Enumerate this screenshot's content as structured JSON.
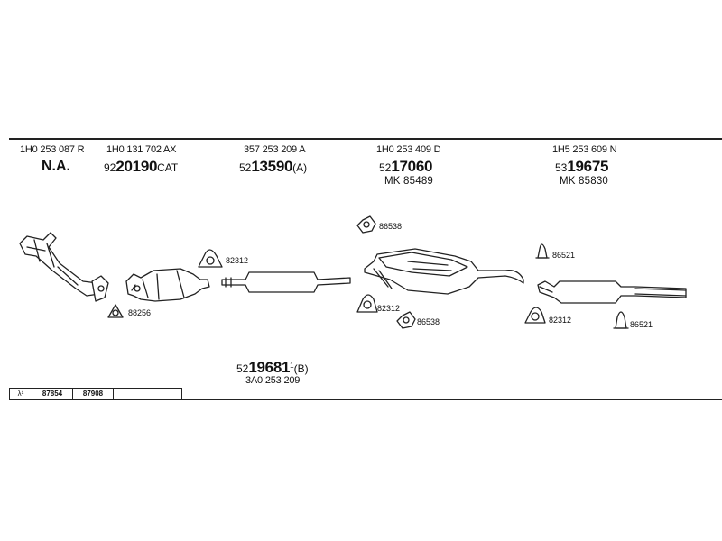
{
  "columns": [
    {
      "part_number": "1H0 253 087 R",
      "label": "N.A."
    },
    {
      "part_number": "1H0 131 702 AX",
      "ref_prefix": "92",
      "ref_main": "20190",
      "ref_suffix": "CAT"
    },
    {
      "part_number": "357 253 209 A",
      "ref_prefix": "52",
      "ref_main": "13590",
      "ref_suffix": "(A)"
    },
    {
      "part_number": "1H0 253 409 D",
      "ref_prefix": "52",
      "ref_main": "17060",
      "ref_suffix": "",
      "mk": "MK  85489"
    },
    {
      "part_number": "1H5 253 609 N",
      "ref_prefix": "53",
      "ref_main": "19675",
      "ref_suffix": "",
      "mk": "MK  85830"
    }
  ],
  "bottom_ref": {
    "prefix": "52",
    "main": "19681",
    "sup": "1",
    "suffix": "(B)",
    "part_number": "3A0 253 209"
  },
  "hardware_labels": {
    "clamp_a": "82312",
    "gasket_front": "88256",
    "rubber_top": "86538",
    "clamp_b": "82312",
    "rubber_mid": "86538",
    "hanger_top": "86521",
    "clamp_c": "82312",
    "hanger_bottom": "86521"
  },
  "lambda_table": {
    "symbol": "λ¹",
    "cells": [
      "87854",
      "87908"
    ]
  }
}
